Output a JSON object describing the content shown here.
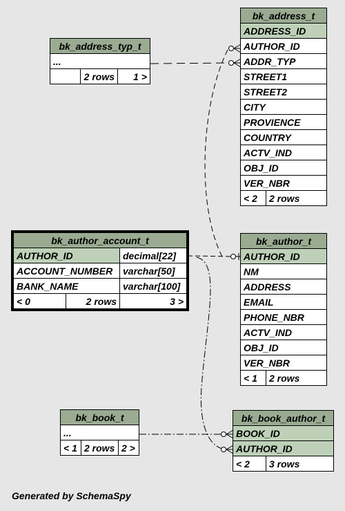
{
  "tables": {
    "address_typ": {
      "name": "bk_address_typ_t",
      "body": "...",
      "footer_left": "",
      "footer_mid": "2 rows",
      "footer_right": "1 >"
    },
    "address": {
      "name": "bk_address_t",
      "columns": [
        "ADDRESS_ID",
        "AUTHOR_ID",
        "ADDR_TYP",
        "STREET1",
        "STREET2",
        "CITY",
        "PROVIENCE",
        "COUNTRY",
        "ACTV_IND",
        "OBJ_ID",
        "VER_NBR"
      ],
      "footer_left": "< 2",
      "footer_mid": "2 rows",
      "footer_right": ""
    },
    "author_account": {
      "name": "bk_author_account_t",
      "columns": [
        {
          "name": "AUTHOR_ID",
          "type": "decimal[22]"
        },
        {
          "name": "ACCOUNT_NUMBER",
          "type": "varchar[50]"
        },
        {
          "name": "BANK_NAME",
          "type": "varchar[100]"
        }
      ],
      "footer_left": "< 0",
      "footer_mid": "2 rows",
      "footer_right": "3 >"
    },
    "author": {
      "name": "bk_author_t",
      "columns": [
        "AUTHOR_ID",
        "NM",
        "ADDRESS",
        "EMAIL",
        "PHONE_NBR",
        "ACTV_IND",
        "OBJ_ID",
        "VER_NBR"
      ],
      "footer_left": "< 1",
      "footer_mid": "2 rows",
      "footer_right": ""
    },
    "book": {
      "name": "bk_book_t",
      "body": "...",
      "footer_left": "< 1",
      "footer_mid": "2 rows",
      "footer_right": "2 >"
    },
    "book_author": {
      "name": "bk_book_author_t",
      "columns": [
        "BOOK_ID",
        "AUTHOR_ID"
      ],
      "footer_left": "< 2",
      "footer_mid": "3 rows",
      "footer_right": ""
    }
  },
  "footer_text": "Generated by SchemaSpy",
  "colors": {
    "background": "#e6e6e6",
    "header": "#9aab92",
    "primary_key": "#bed1b8"
  }
}
